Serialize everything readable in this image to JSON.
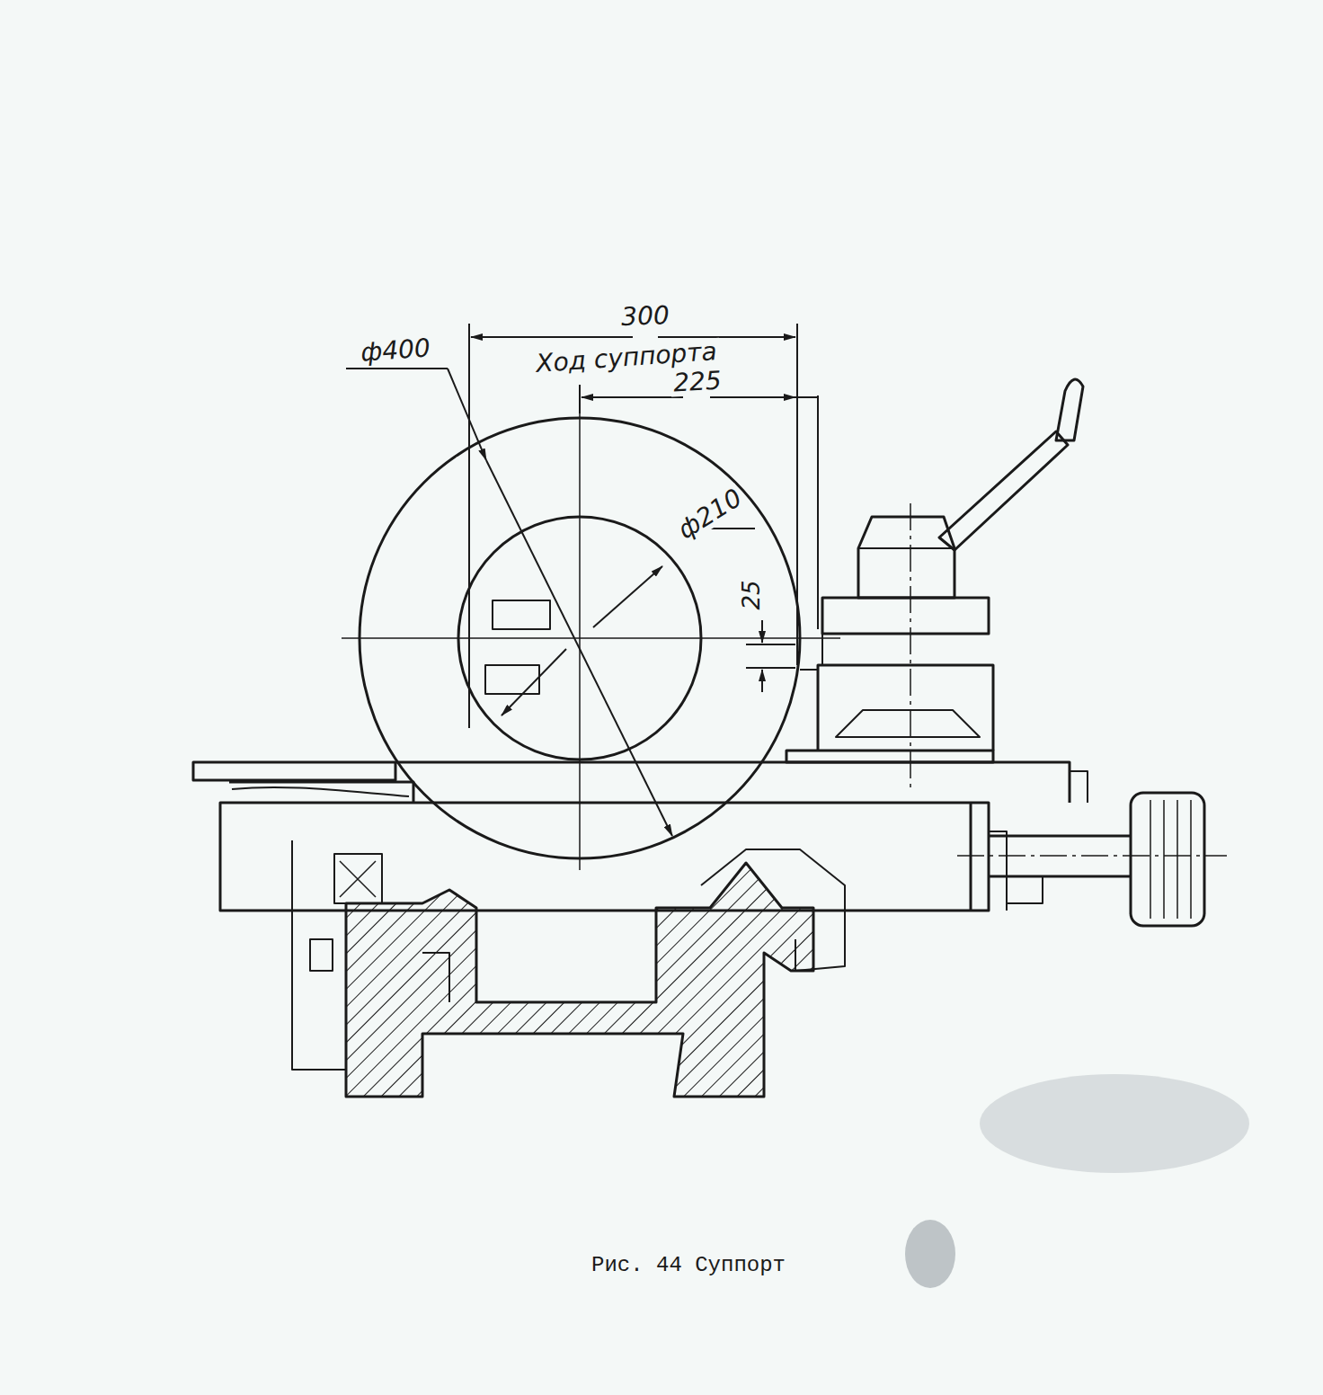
{
  "diagram": {
    "caption": "Рис. 44 Суппорт",
    "labels": [
      "ф400",
      "300",
      "Ход суппорта",
      "225",
      "ф210",
      "25"
    ]
  }
}
